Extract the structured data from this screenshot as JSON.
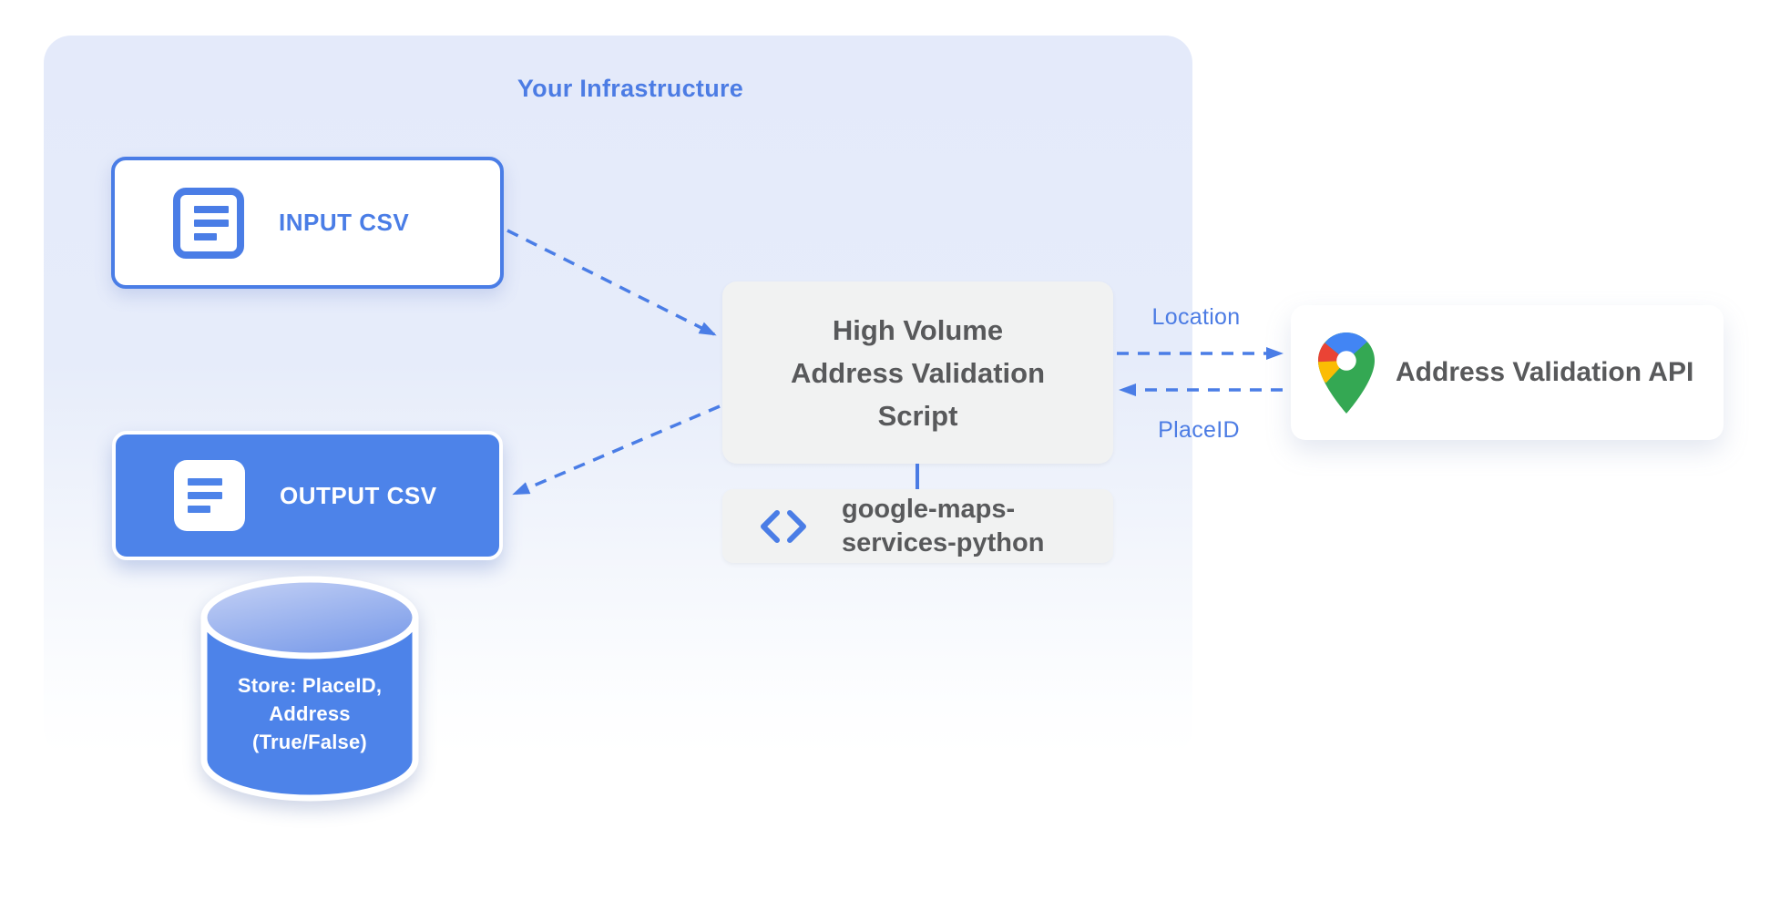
{
  "colors": {
    "accent_blue": "#4a7de6",
    "fill_blue": "#4d83e9",
    "panel_top": "#e4eafa",
    "panel_bottom": "#ffffff",
    "gray_box": "#f1f2f2",
    "gray_text": "#58595b",
    "pin_blue": "#4285F4",
    "pin_red": "#EA4335",
    "pin_yellow": "#FBBC04",
    "pin_green": "#34A853"
  },
  "panel": {
    "title": "Your Infrastructure"
  },
  "nodes": {
    "input_csv": {
      "label": "INPUT CSV",
      "icon": "document-icon"
    },
    "output_csv": {
      "label": "OUTPUT CSV",
      "icon": "document-icon"
    },
    "datastore": {
      "icon": "database-cylinder-icon",
      "lines": [
        "Store: PlaceID,",
        "Address",
        "(True/False)"
      ]
    },
    "script": {
      "lines": [
        "High Volume",
        "Address Validation",
        "Script"
      ]
    },
    "library": {
      "icon": "code-icon",
      "lines": [
        "google-maps-",
        "services-python"
      ]
    },
    "api": {
      "label": "Address Validation API",
      "icon": "google-maps-pin-icon"
    }
  },
  "edges": {
    "location_label": "Location",
    "placeid_label": "PlaceID"
  }
}
